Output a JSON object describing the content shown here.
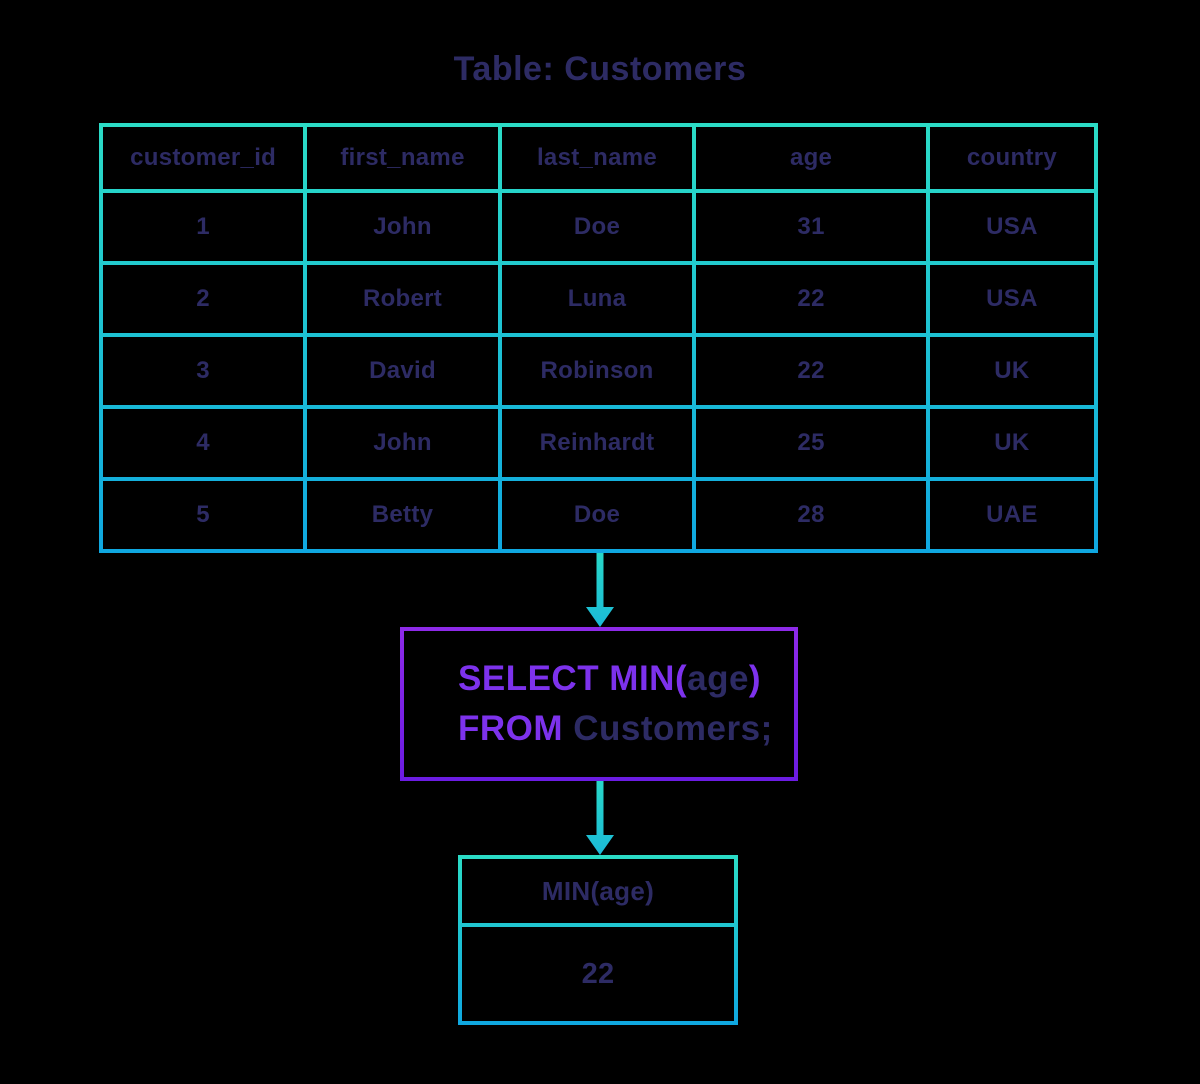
{
  "title": "Table: Customers",
  "colors": {
    "background": "#000000",
    "text_navy": "#2d2b64",
    "keyword_purple": "#7d32ec",
    "table_border_teal_top": "#2bdcc6",
    "table_border_blue_bottom": "#0fa7e0",
    "query_border_purple_top": "#8d2ae8",
    "query_border_purple_bottom": "#6b1ce2"
  },
  "table": {
    "columns": [
      "customer_id",
      "first_name",
      "last_name",
      "age",
      "country"
    ],
    "rows": [
      [
        "1",
        "John",
        "Doe",
        "31",
        "USA"
      ],
      [
        "2",
        "Robert",
        "Luna",
        "22",
        "USA"
      ],
      [
        "3",
        "David",
        "Robinson",
        "22",
        "UK"
      ],
      [
        "4",
        "John",
        "Reinhardt",
        "25",
        "UK"
      ],
      [
        "5",
        "Betty",
        "Doe",
        "28",
        "UAE"
      ]
    ]
  },
  "query": {
    "full_text": "SELECT MIN(age) FROM Customers;",
    "line1": [
      {
        "t": "SELECT MIN(",
        "kw": true
      },
      {
        "t": "age",
        "kw": false
      },
      {
        "t": ")",
        "kw": true
      }
    ],
    "line2": [
      {
        "t": "FROM",
        "kw": true
      },
      {
        "t": " Customers;",
        "kw": false
      }
    ]
  },
  "result": {
    "header": "MIN(age)",
    "value": "22"
  }
}
